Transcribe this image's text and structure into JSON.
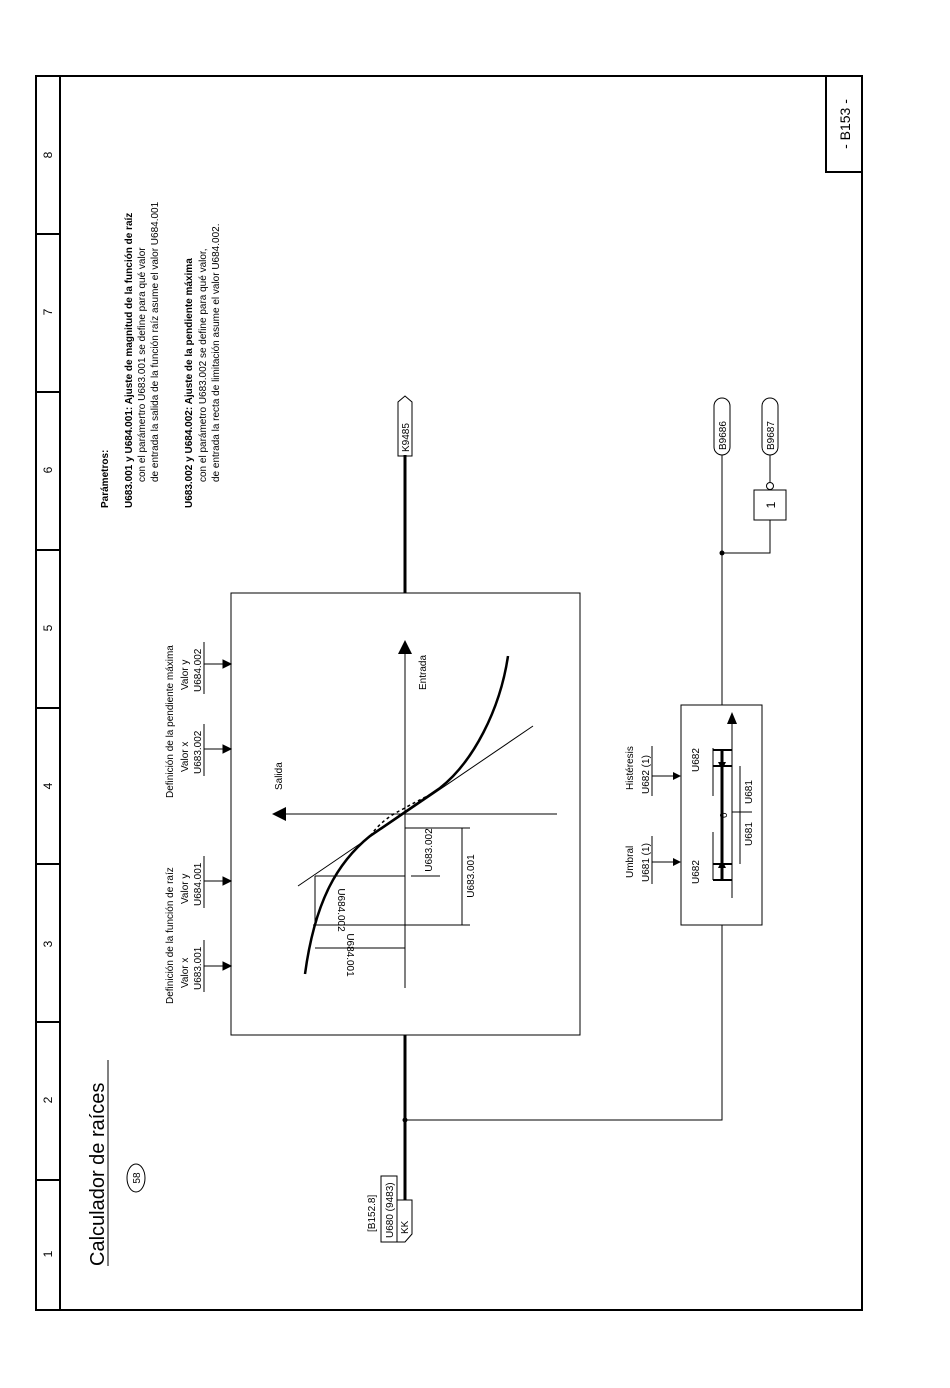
{
  "sheet": {
    "title": "Calculador de raíces",
    "sheet_id": "- B153 -",
    "page_ref": "58",
    "column_numbers": [
      "1",
      "2",
      "3",
      "4",
      "5",
      "6",
      "7",
      "8"
    ]
  },
  "connectors": {
    "input_ref": "[B152.8]",
    "input_param": "U680 (9483)",
    "input_type": "KK",
    "output": "K9485",
    "out_b1": "B9686",
    "out_b2": "B9687"
  },
  "params": {
    "header": "Parámetros:",
    "p1_title": "U683.001 y U684.001: Ajuste de magnitud de la función de raíz",
    "p1_line1": "con el parámertro U683.001 se define para qué valor",
    "p1_line2": "de entrada la salida de la función raíz asume el valor U684.001",
    "p2_title": "U683.002 y U684.002: Ajuste de la pendiente máxima",
    "p2_line1": "con el parámetro U683.002 se define para qué valor,",
    "p2_line2": "de entrada la recta de limitación asume el valor  U684.002."
  },
  "definitions": {
    "root_title": "Definición de la función de raíz",
    "root_x_label": "Valor x",
    "root_x_param": "U683.001",
    "root_y_label": "Valor y",
    "root_y_param": "U684.001",
    "slope_title": "Definición de la pendiente máxima",
    "slope_x_label": "Valor x",
    "slope_x_param": "U683.002",
    "slope_y_label": "Valor y",
    "slope_y_param": "U684.002"
  },
  "graph": {
    "axis_out": "Salida",
    "axis_in": "Entrada",
    "dim_x1": "U683.001",
    "dim_x2": "U683.002",
    "dim_y1": "U684.001",
    "dim_y2": "U684.002"
  },
  "threshold": {
    "umbral_label": "Umbral",
    "umbral_param": "U681 (1)",
    "hyst_label": "Histéresis",
    "hyst_param": "U682 (1)",
    "zero": "0",
    "u681": "U681",
    "u682": "U682"
  },
  "inverter": {
    "value": "1"
  }
}
